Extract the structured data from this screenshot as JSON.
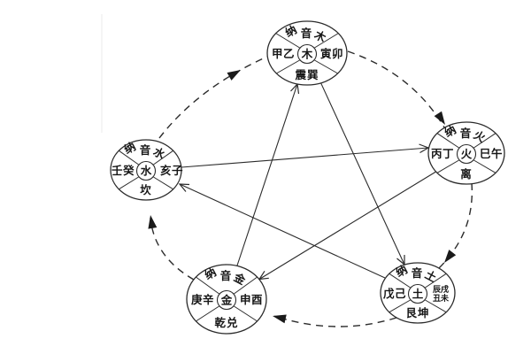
{
  "diagram": {
    "background_color": "#ffffff",
    "line_color": "#2b2b2b",
    "text_color": "#161616",
    "nodes": {
      "wood": {
        "top": "纳音木",
        "left": "甲乙",
        "center": "木",
        "right": "寅卯",
        "bottom": "震巽"
      },
      "fire": {
        "top": "纳音火",
        "left": "丙丁",
        "center": "火",
        "right": "巳午",
        "bottom": "离"
      },
      "earth": {
        "top": "纳音土",
        "left": "戊己",
        "center": "土",
        "right_row1": "辰戌",
        "right_row2": "丑未",
        "bottom": "艮坤"
      },
      "metal": {
        "top": "纳音金",
        "left": "庚辛",
        "center": "金",
        "right": "申酉",
        "bottom": "乾兑"
      },
      "water": {
        "top": "纳音水",
        "left": "壬癸",
        "center": "水",
        "right": "亥子",
        "bottom": "坎"
      }
    },
    "cycles": {
      "generating_dashed_arrows": [
        "water→wood",
        "wood→fire",
        "fire→earth",
        "earth→metal",
        "metal→water"
      ],
      "overcoming_solid_arrows": [
        "metal→wood",
        "wood→earth",
        "earth→water",
        "water→fire",
        "fire→metal"
      ]
    }
  }
}
